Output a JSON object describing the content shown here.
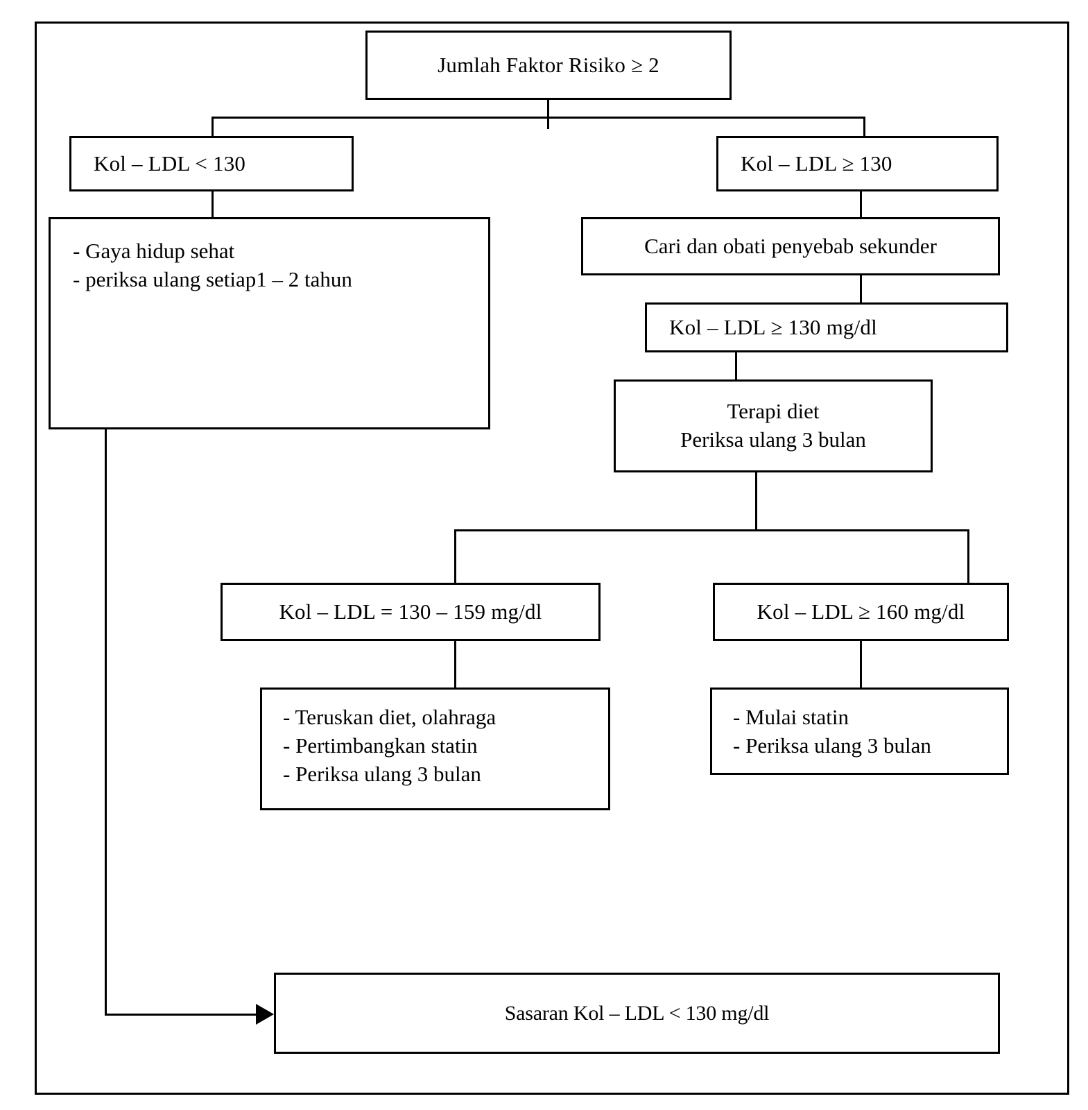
{
  "diagram": {
    "title": "Algoritma tatalaksana kolesterol LDL pada jumlah faktor risiko >= 2",
    "frame_color": "#000000",
    "background_color": "#ffffff",
    "nodes": {
      "root": "Jumlah Faktor Risiko ≥ 2",
      "left_decision": "Kol – LDL < 130",
      "left_action_line1": "- Gaya hidup sehat",
      "left_action_line2": "- periksa ulang setiap1 – 2 tahun",
      "right_decision": "Kol – LDL ≥ 130",
      "secondary_cause": "Cari dan obati penyebab sekunder",
      "ldl_130": "Kol – LDL ≥  130 mg/dl",
      "diet_line1": "Terapi diet",
      "diet_line2": "Periksa ulang 3 bulan",
      "branch_130_159": "Kol – LDL =  130 – 159 mg/dl",
      "branch_160": "Kol – LDL ≥ 160 mg/dl",
      "action_130_159_line1": "- Teruskan diet, olahraga",
      "action_130_159_line2": "- Pertimbangkan statin",
      "action_130_159_line3": "- Periksa ulang 3 bulan",
      "action_160_line1": "- Mulai statin",
      "action_160_line2": "- Periksa ulang 3 bulan",
      "target": "Sasaran Kol – LDL < 130  mg/dl"
    }
  }
}
